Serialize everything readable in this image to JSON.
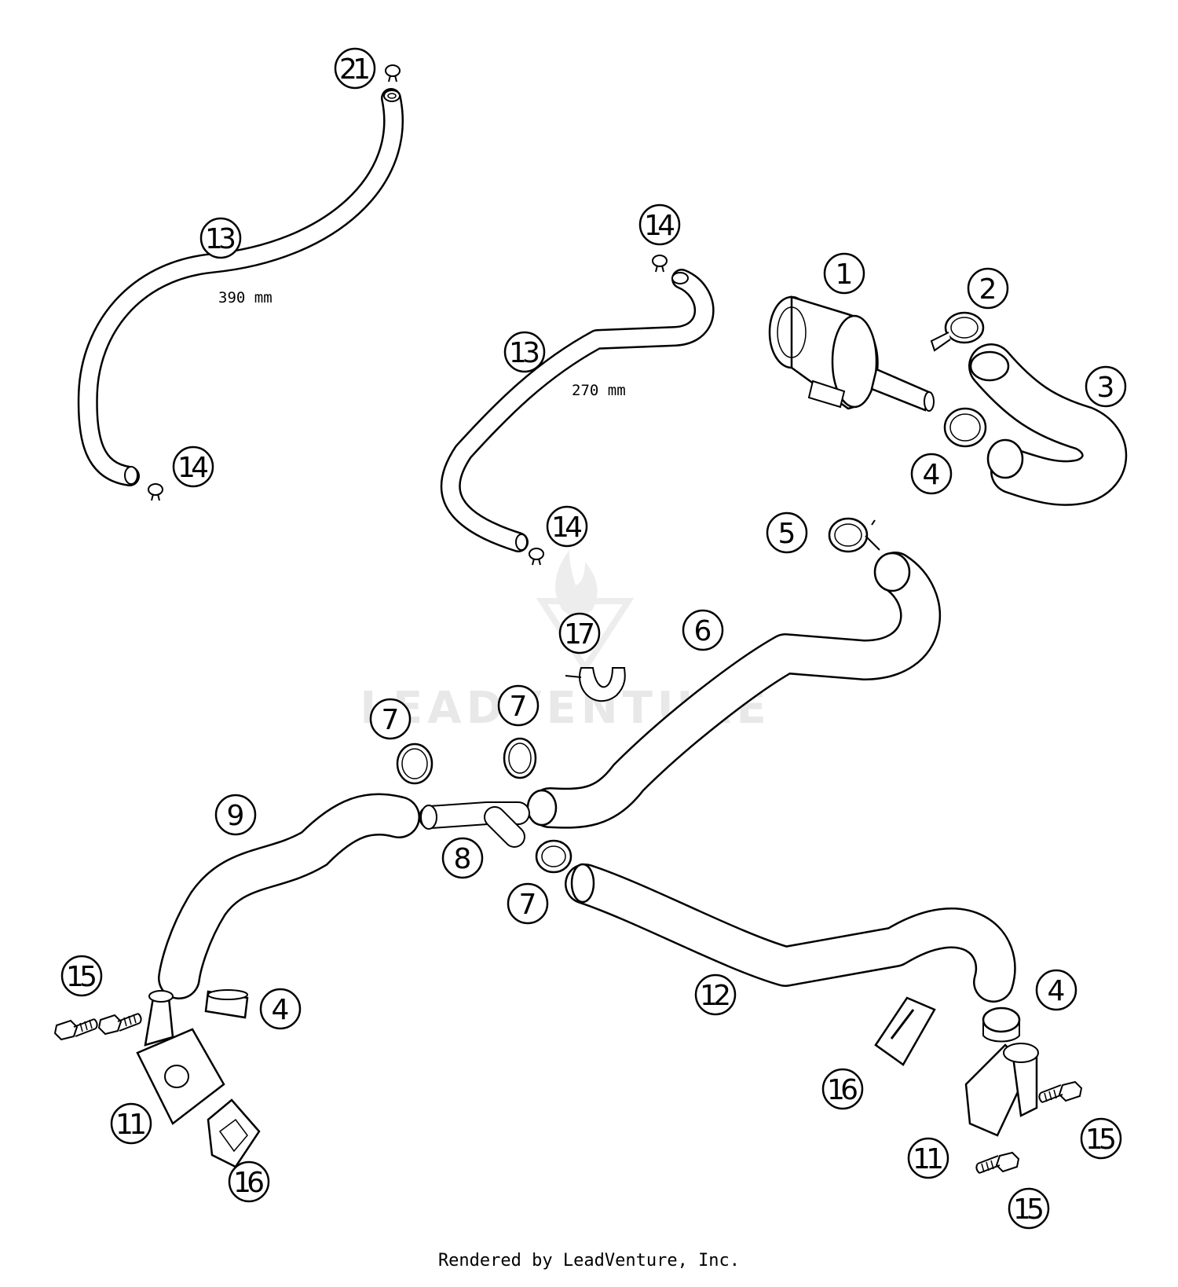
{
  "callouts": [
    {
      "id": "c21",
      "label": "21"
    },
    {
      "id": "c13a",
      "label": "13"
    },
    {
      "id": "c14a",
      "label": "14"
    },
    {
      "id": "c14b",
      "label": "14"
    },
    {
      "id": "c13b",
      "label": "13"
    },
    {
      "id": "c14c",
      "label": "14"
    },
    {
      "id": "c1",
      "label": "1"
    },
    {
      "id": "c2",
      "label": "2"
    },
    {
      "id": "c3",
      "label": "3"
    },
    {
      "id": "c4a",
      "label": "4"
    },
    {
      "id": "c5",
      "label": "5"
    },
    {
      "id": "c17",
      "label": "17"
    },
    {
      "id": "c6",
      "label": "6"
    },
    {
      "id": "c7a",
      "label": "7"
    },
    {
      "id": "c7b",
      "label": "7"
    },
    {
      "id": "c9",
      "label": "9"
    },
    {
      "id": "c8",
      "label": "8"
    },
    {
      "id": "c7c",
      "label": "7"
    },
    {
      "id": "c15a",
      "label": "15"
    },
    {
      "id": "c4b",
      "label": "4"
    },
    {
      "id": "c12",
      "label": "12"
    },
    {
      "id": "c4c",
      "label": "4"
    },
    {
      "id": "c11a",
      "label": "11"
    },
    {
      "id": "c16a",
      "label": "16"
    },
    {
      "id": "c16b",
      "label": "16"
    },
    {
      "id": "c15b",
      "label": "15"
    },
    {
      "id": "c11b",
      "label": "11"
    },
    {
      "id": "c15c",
      "label": "15"
    }
  ],
  "dimensions": {
    "hose_long": "390 mm",
    "hose_short": "270 mm"
  },
  "watermark": "LEADVENTURE",
  "footer": "Rendered by LeadVenture, Inc."
}
